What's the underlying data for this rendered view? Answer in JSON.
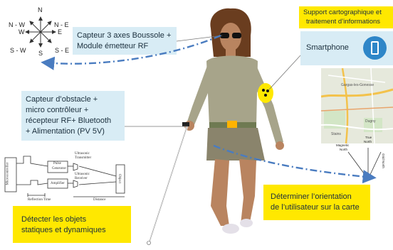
{
  "compass": {
    "labels": [
      "N - W",
      "N",
      "N - E",
      "W",
      "E",
      "S - W",
      "S",
      "S - E"
    ]
  },
  "boxes": {
    "capteur_boussole": [
      "Capteur 3 axes Boussole +",
      "Module émetteur  RF"
    ],
    "capteur_obstacle": [
      "Capteur d’obstacle +",
      "micro contrôleur  +",
      "récepteur  RF+ Bluetooth",
      "+ Alimentation (PV 5V)"
    ],
    "support": [
      "Support cartographique et",
      "traitement d’informations"
    ],
    "smartphone": "Smartphone",
    "detecter": [
      "Détecter les objets",
      "statiques et dynamiques"
    ],
    "orientation": [
      "Déterminer l’orientation",
      "de l’utilisateur sur la carte"
    ]
  },
  "circuit": {
    "microcontroller": "Microcontroller",
    "pulse_generator": [
      "Pulse",
      "Generator"
    ],
    "amplifier": "Amplifier",
    "ultrasonic_transmitter": [
      "Ultrasonic",
      "Transmitter"
    ],
    "ultrasonic_receiver": [
      "Ultrasonic",
      "Receiver"
    ],
    "object": "Object",
    "reflection_time": "Reflection Time",
    "distance": "Distance"
  },
  "north_diagram": {
    "magnetic_north": [
      "Magnetic",
      "North"
    ],
    "true_north": [
      "True",
      "North"
    ],
    "grid_north": "Grid North"
  },
  "map_labels": [
    "Gargas-les-Gonesse",
    "Dugny",
    "Stains"
  ],
  "colors": {
    "blue_box": "#d8ecf5",
    "yellow_box": "#ffe800",
    "arrow": "#4a7cc0",
    "phone_icon": "#2e86c8"
  }
}
